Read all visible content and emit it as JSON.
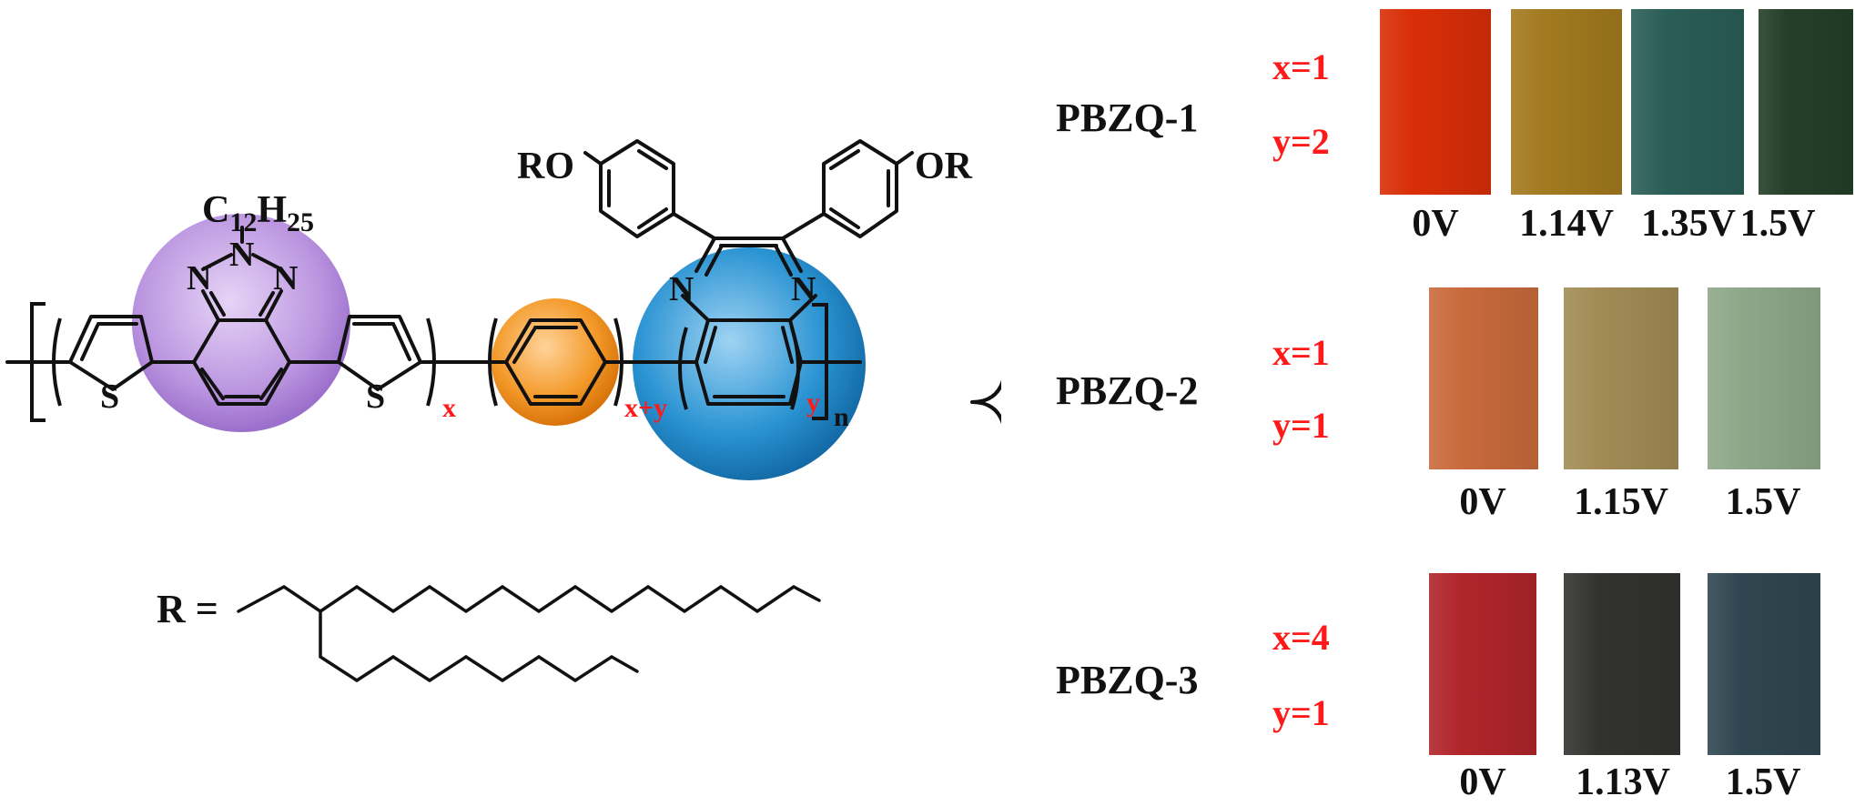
{
  "structure": {
    "atoms": {
      "alkyl_on_n": "C12H25",
      "alkyl_c": "C",
      "alkyl_c_sub": "12",
      "alkyl_h": "H",
      "alkyl_h_sub": "25",
      "nitrogen": "N",
      "sulfur": "S",
      "alkoxy_left": "RO",
      "alkoxy_right": "OR"
    },
    "subscripts": {
      "x": "x",
      "x_plus_y": "x+y",
      "y": "y",
      "n": "n"
    },
    "r_group_label": "R ="
  },
  "polymers": [
    {
      "name": "PBZQ-1",
      "x": "x=1",
      "y": "y=2",
      "states": [
        {
          "voltage": "0V",
          "color": "#d92e08"
        },
        {
          "voltage": "1.14V",
          "color": "#a27a1f"
        },
        {
          "voltage": "1.35V",
          "color": "#2a5e56"
        },
        {
          "voltage": "1.5V",
          "color": "#243f27"
        }
      ]
    },
    {
      "name": "PBZQ-2",
      "x": "x=1",
      "y": "y=1",
      "states": [
        {
          "voltage": "0V",
          "color": "#c96a3c"
        },
        {
          "voltage": "1.15V",
          "color": "#a18c55"
        },
        {
          "voltage": "1.5V",
          "color": "#8ea789"
        }
      ]
    },
    {
      "name": "PBZQ-3",
      "x": "x=4",
      "y": "y=1",
      "states": [
        {
          "voltage": "0V",
          "color": "#b0252a"
        },
        {
          "voltage": "1.13V",
          "color": "#32322f"
        },
        {
          "voltage": "1.5V",
          "color": "#2f4650"
        }
      ]
    }
  ],
  "colors": {
    "benzotriazole_unit": "#b28ad8",
    "phenylene_unit": "#f08c18",
    "quinoxaline_unit": "#1f86c6",
    "ratio_text": "#ff1a1a"
  }
}
